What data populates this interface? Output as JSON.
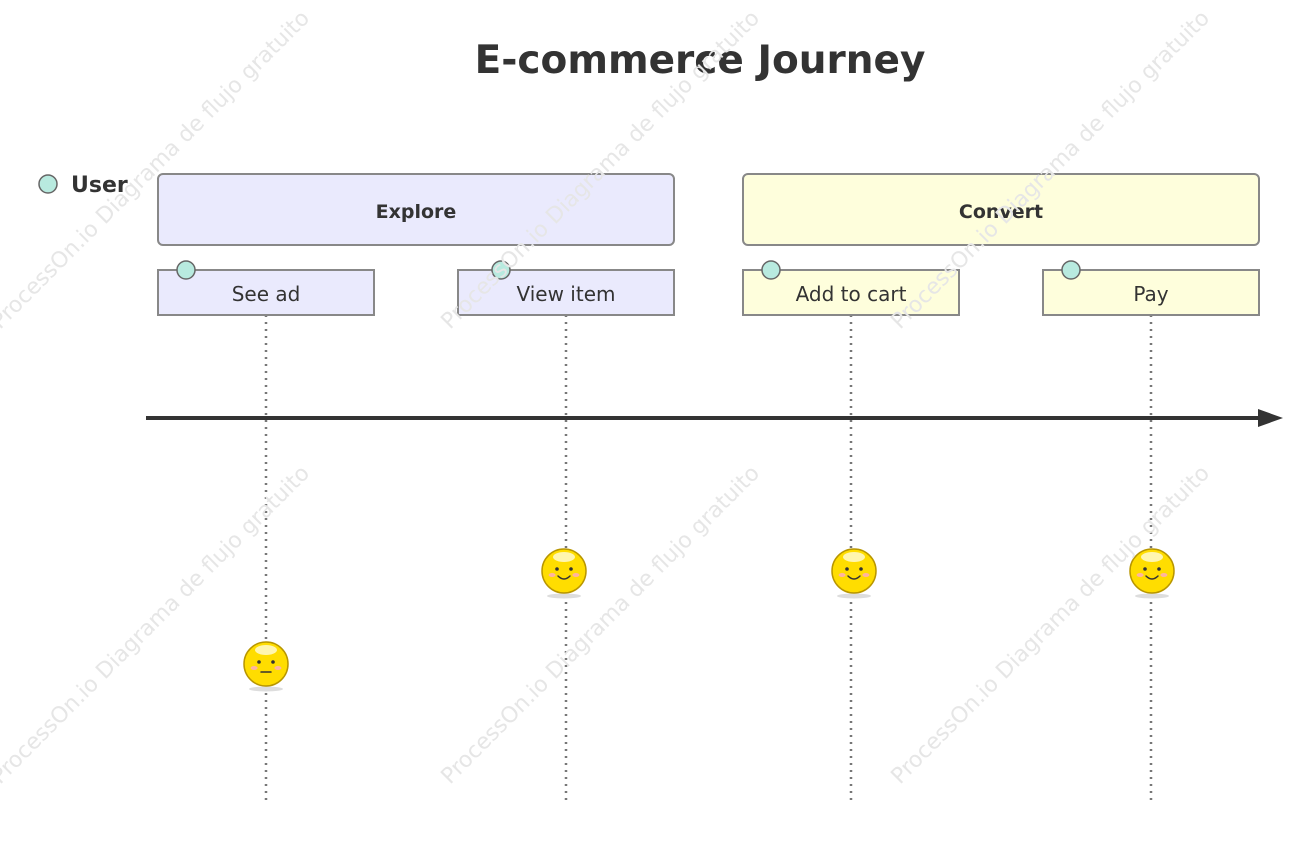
{
  "title": "E-commerce Journey",
  "actor": {
    "name": "User",
    "color": "#b8eadf"
  },
  "stages": [
    {
      "label": "Explore",
      "fill": "#eaeafd"
    },
    {
      "label": "Convert",
      "fill": "#fefedc"
    }
  ],
  "tasks": [
    {
      "label": "See ad",
      "stage": 0,
      "mood": "neutral"
    },
    {
      "label": "View item",
      "stage": 0,
      "mood": "happy"
    },
    {
      "label": "Add to cart",
      "stage": 1,
      "mood": "happy"
    },
    {
      "label": "Pay",
      "stage": 1,
      "mood": "happy"
    }
  ],
  "watermark": "ProcessOn.io Diagrama de flujo gratuito",
  "colors": {
    "border": "#888888",
    "timeline": "#333333",
    "dotted": "#777777",
    "face": "#ffdd00",
    "face_stroke": "#b89600"
  }
}
